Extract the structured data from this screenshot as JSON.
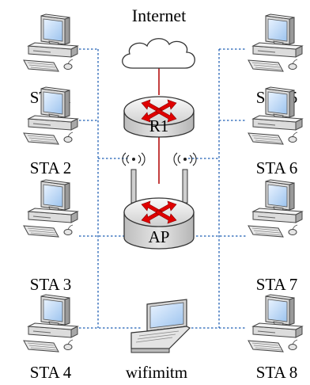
{
  "labels": {
    "internet": "Internet",
    "router": "R1",
    "access_point": "AP",
    "laptop": "wifimitm",
    "stations": [
      "STA 1",
      "STA 2",
      "STA 3",
      "STA 4",
      "STA 5",
      "STA 6",
      "STA 7",
      "STA 8"
    ]
  },
  "colors": {
    "wired_link": "#b00000",
    "wireless_link": "#1f5fb4",
    "router_body": "#d7d7d7",
    "arrow": "#e00000"
  },
  "icons": {
    "internet": "cloud-icon",
    "router": "router-icon",
    "access_point": "wireless-router-icon",
    "station": "desktop-computer-icon",
    "laptop": "laptop-icon"
  }
}
